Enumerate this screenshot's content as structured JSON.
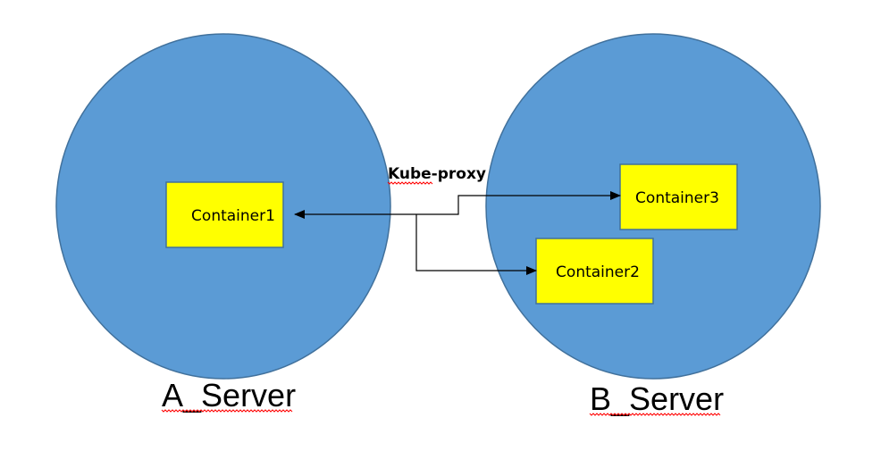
{
  "colors": {
    "server_fill": "#5b9bd5",
    "server_stroke": "#41719c",
    "container_fill": "#ffff00",
    "container_stroke": "#41719c",
    "connector": "#000000"
  },
  "servers": {
    "a": {
      "label": "A_Server"
    },
    "b": {
      "label": "B_Server"
    }
  },
  "containers": {
    "c1": {
      "label": "Container1"
    },
    "c2": {
      "label": "Container2"
    },
    "c3": {
      "label": "Container3"
    }
  },
  "proxy": {
    "label": "Kube-proxy"
  },
  "edges": [
    {
      "from": "Container1",
      "to": "Container3",
      "style": "bidirectional-arrow"
    },
    {
      "from": "Container1",
      "to": "Container2",
      "style": "arrow"
    }
  ]
}
